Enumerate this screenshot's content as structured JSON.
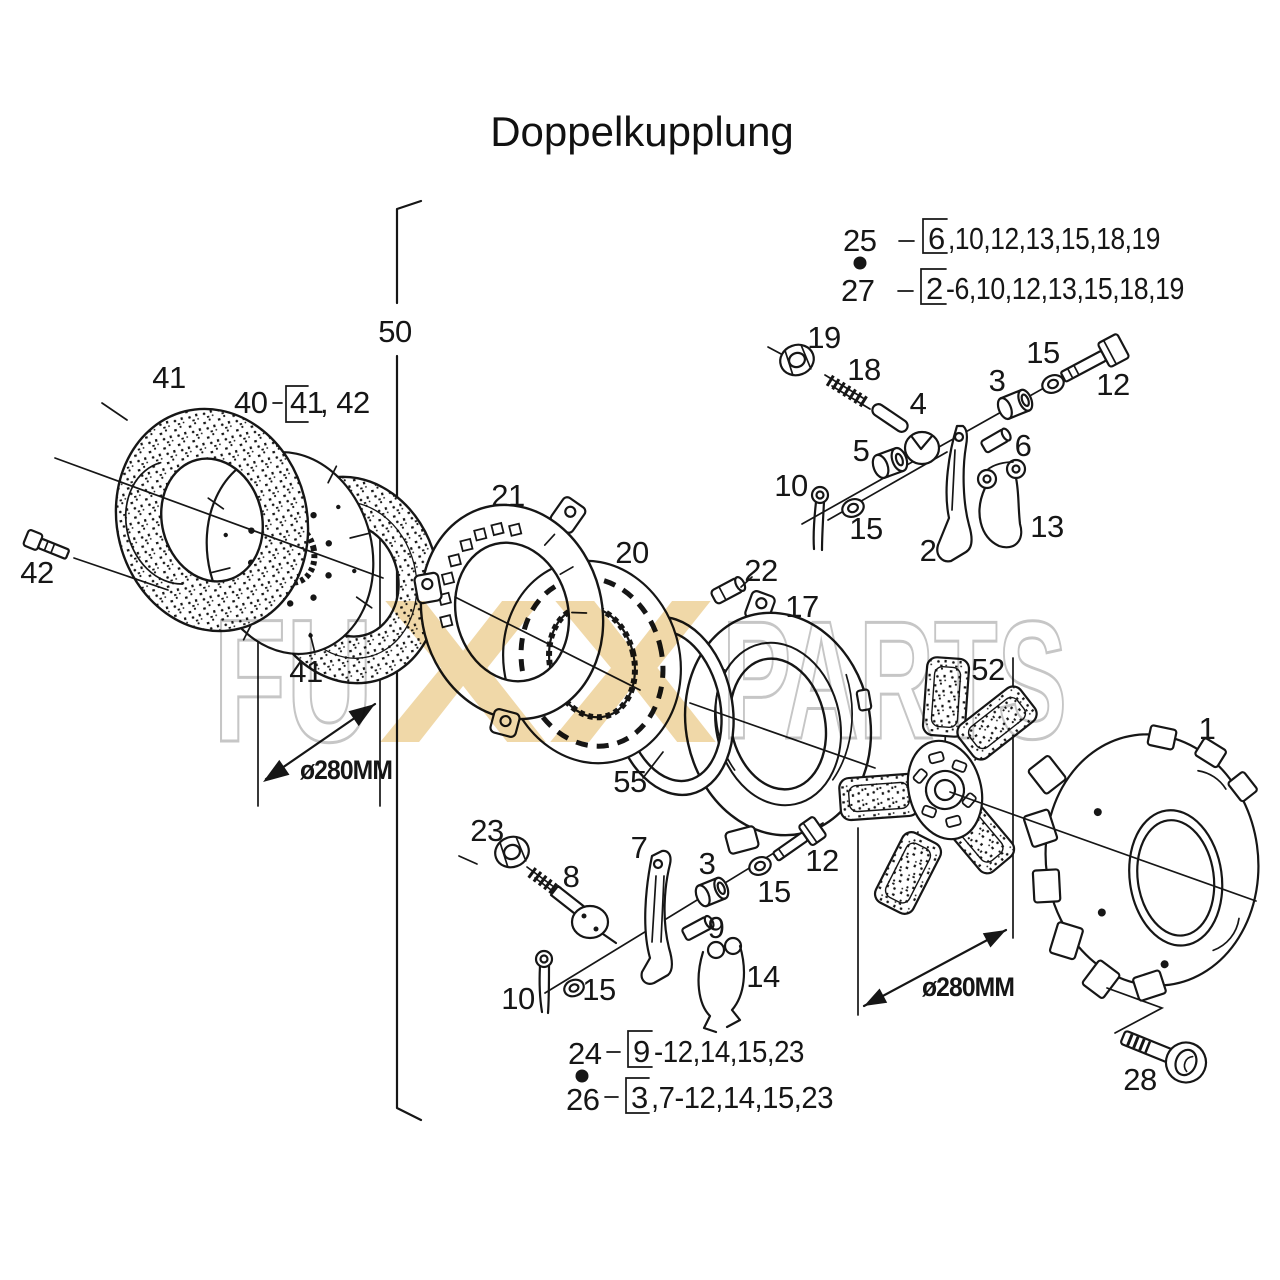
{
  "title": "Doppelkupplung",
  "watermark": {
    "part1": "FU",
    "part2": "XX",
    "part3": "PARTS"
  },
  "colors": {
    "ink": "#161616",
    "watermark_tan": "#f0d8a8",
    "watermark_gray": "#c6c6c6"
  },
  "dimension_left": "ø280MM",
  "dimension_right": "ø280MM",
  "bracket_note_40": {
    "head": "40",
    "boxed": "41",
    "rest": ", 42"
  },
  "notes_top_right": {
    "line1": {
      "head": "25",
      "boxed": "6",
      "rest": ",10,12,13,15,18,19"
    },
    "line2": {
      "head": "27",
      "boxed": "2",
      "rest": "-6,10,12,13,15,18,19"
    }
  },
  "notes_bottom": {
    "line1": {
      "head": "24",
      "boxed": "9",
      "rest": "-12,14,15,23"
    },
    "line2": {
      "head": "26",
      "boxed": "3",
      "rest": ",7-12,14,15,23"
    }
  },
  "callouts": {
    "c50": "50",
    "c41_top": "41",
    "c42": "42",
    "c41_bottom": "41",
    "c21": "21",
    "c20": "20",
    "c22": "22",
    "c17": "17",
    "c55": "55",
    "c19": "19",
    "c18": "18",
    "c4": "4",
    "c3_top": "3",
    "c15_a": "15",
    "c12_top": "12",
    "c5": "5",
    "c6": "6",
    "c10_top": "10",
    "c15_b": "15",
    "c2": "2",
    "c13": "13",
    "c23": "23",
    "c8": "8",
    "c7": "7",
    "c3_bot": "3",
    "c15_c": "15",
    "c12_bot": "12",
    "c9": "9",
    "c10_bot": "10",
    "c15_d": "15",
    "c14": "14",
    "c52": "52",
    "c1": "1",
    "c28": "28"
  }
}
